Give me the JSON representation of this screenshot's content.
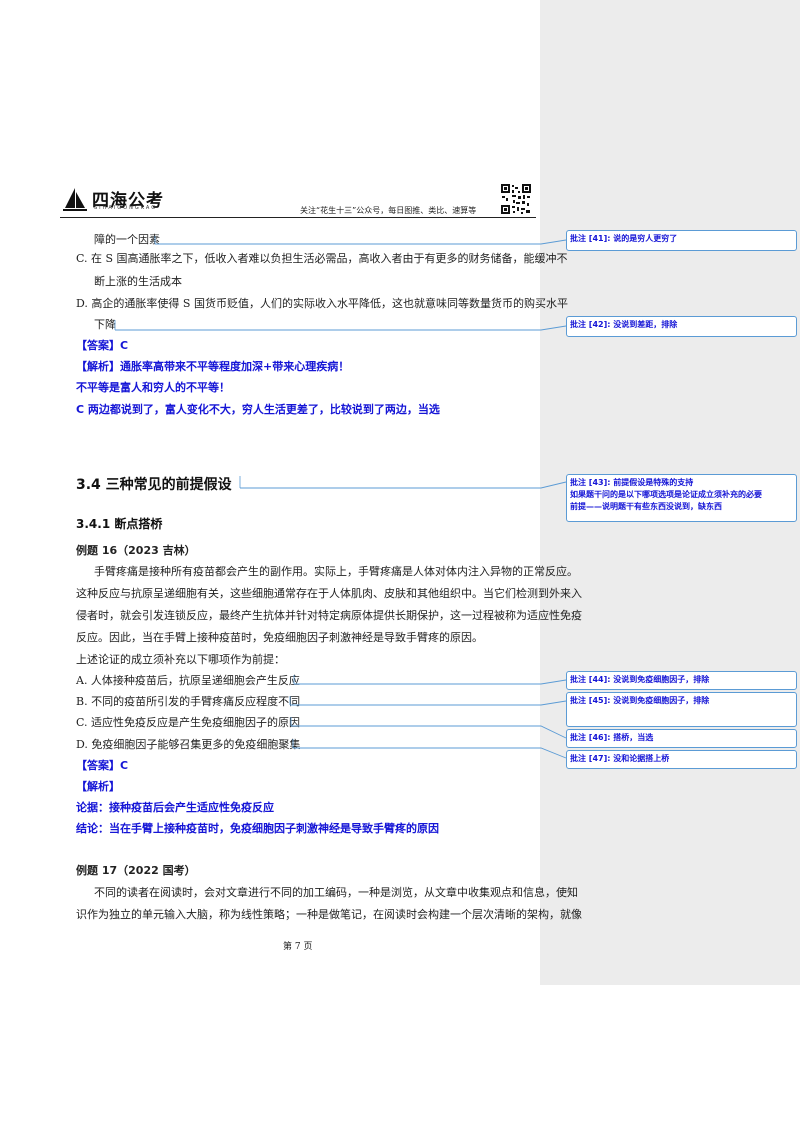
{
  "header": {
    "logo_title": "四海公考",
    "logo_subtitle": "SIHAIGONGKAO",
    "note": "关注“花生十三”公众号，每日图推、类比、速算等"
  },
  "section_a": {
    "line_1": "障的一个因素",
    "option_c_1": "C. 在 S 国高通胀率之下，低收入者难以负担生活必需品，高收入者由于有更多的财务储备，能缓冲不",
    "option_c_2": "断上涨的生活成本",
    "option_d_1": "D. 高企的通胀率使得 S 国货币贬值，人们的实际收入水平降低，这也就意味同等数量货币的购买水平",
    "option_d_2": "下降",
    "answer": "【答案】C",
    "analysis_1": "【解析】通胀率高带来不平等程度加深+带来心理疾病！",
    "analysis_2": "不平等是富人和穷人的不平等！",
    "analysis_3": "C 两边都说到了，富人变化不大，穷人生活更差了，比较说到了两边，当选"
  },
  "section_3_4": {
    "heading": "3.4  三种常见的前提假设",
    "sub_heading": "3.4.1  断点搭桥",
    "example_title": "例题 16（2023 吉林）",
    "para_1": "手臂疼痛是接种所有疫苗都会产生的副作用。实际上，手臂疼痛是人体对体内注入异物的正常反应。",
    "para_2": "这种反应与抗原呈递细胞有关，这些细胞通常存在于人体肌肉、皮肤和其他组织中。当它们检测到外来入",
    "para_3": "侵者时，就会引发连锁反应，最终产生抗体并针对特定病原体提供长期保护，这一过程被称为适应性免疫",
    "para_4": "反应。因此，当在手臂上接种疫苗时，免疫细胞因子刺激神经是导致手臂疼的原因。",
    "question": "上述论证的成立须补充以下哪项作为前提：",
    "options": [
      "A. 人体接种疫苗后，抗原呈递细胞会产生反应",
      "B. 不同的疫苗所引发的手臂疼痛反应程度不同",
      "C. 适应性免疫反应是产生免疫细胞因子的原因",
      "D. 免疫细胞因子能够召集更多的免疫细胞聚集"
    ],
    "answer": "【答案】C",
    "analysis_label": "【解析】",
    "argument": "论据：接种疫苗后会产生适应性免疫反应",
    "conclusion": "结论：当在手臂上接种疫苗时，免疫细胞因子刺激神经是导致手臂疼的原因"
  },
  "example_17": {
    "title": "例题 17（2022 国考）",
    "para_1": "不同的读者在阅读时，会对文章进行不同的加工编码，一种是浏览，从文章中收集观点和信息，使知",
    "para_2": "识作为独立的单元输入大脑，称为线性策略；一种是做笔记，在阅读时会构建一个层次清晰的架构，就像"
  },
  "footer": {
    "page_label": "第 7 页"
  },
  "comments": [
    {
      "lines": [
        "批注 [41]: 说的是穷人更穷了"
      ]
    },
    {
      "lines": [
        "批注 [42]: 没说到差距，排除"
      ]
    },
    {
      "lines": [
        "批注 [43]: 前提假设是特殊的支持",
        "如果题干问的是以下哪项选项是论证成立须补充的必要",
        "前提——说明题干有些东西没说到，缺东西"
      ]
    },
    {
      "lines": [
        "批注 [44]: 没说到免疫细胞因子，排除"
      ]
    },
    {
      "lines": [
        "批注 [45]: 没说到免疫细胞因子，排除"
      ]
    },
    {
      "lines": [
        "批注 [46]: 搭桥，当选"
      ]
    },
    {
      "lines": [
        "批注 [47]: 没和论据搭上桥"
      ]
    }
  ]
}
